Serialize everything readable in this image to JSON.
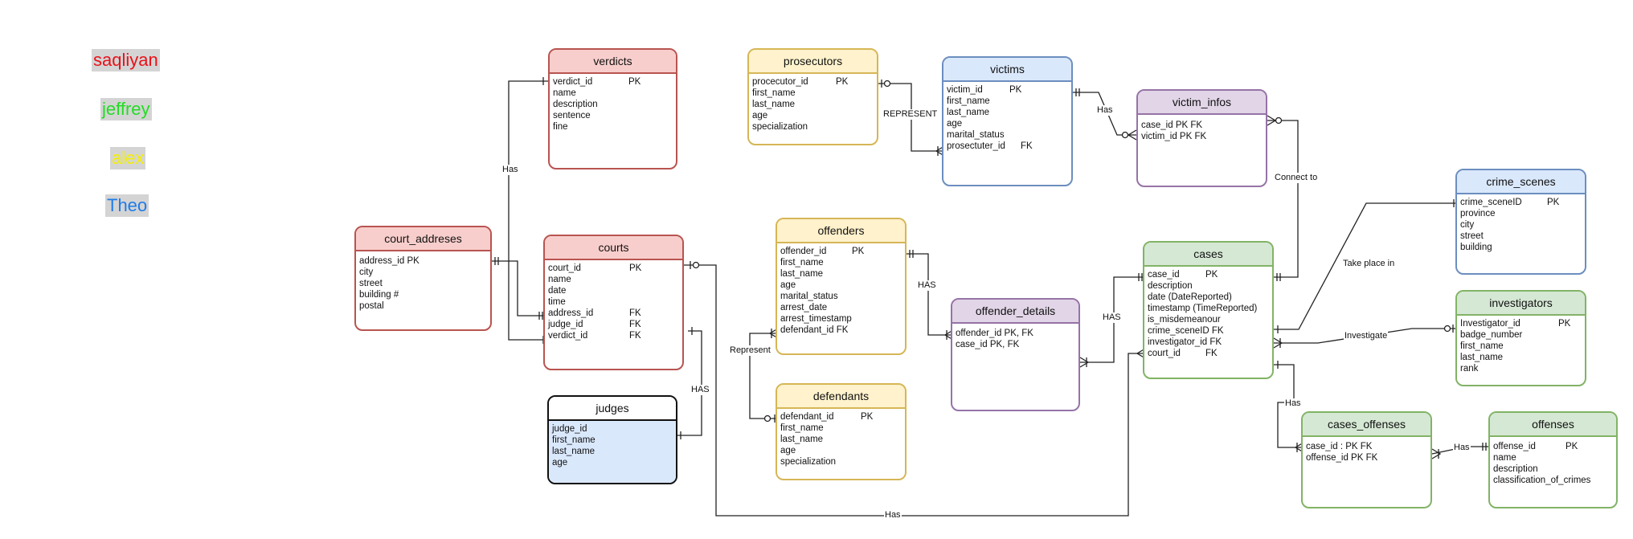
{
  "legend": [
    {
      "name": "saqliyan",
      "color": "#e8111a"
    },
    {
      "name": "jeffrey",
      "color": "#22dd22"
    },
    {
      "name": "alex",
      "color": "#f4f000"
    },
    {
      "name": "Theo",
      "color": "#1e7bea"
    }
  ],
  "entities": {
    "verdicts": {
      "title": "verdicts",
      "rows": [
        {
          "name": "verdict_id",
          "key": "PK"
        },
        {
          "name": "name",
          "key": ""
        },
        {
          "name": "description",
          "key": ""
        },
        {
          "name": "sentence",
          "key": ""
        },
        {
          "name": "fine",
          "key": ""
        }
      ]
    },
    "prosecutors": {
      "title": "prosecutors",
      "rows": [
        {
          "name": "procecutor_id",
          "key": "PK"
        },
        {
          "name": "first_name",
          "key": ""
        },
        {
          "name": "last_name",
          "key": ""
        },
        {
          "name": "age",
          "key": ""
        },
        {
          "name": "specialization",
          "key": ""
        }
      ]
    },
    "victims": {
      "title": "victims",
      "rows": [
        {
          "name": "victim_id",
          "key": "PK"
        },
        {
          "name": "first_name",
          "key": ""
        },
        {
          "name": "last_name",
          "key": ""
        },
        {
          "name": "age",
          "key": ""
        },
        {
          "name": "marital_status",
          "key": ""
        },
        {
          "name": "prosectuter_id",
          "key": "FK"
        }
      ]
    },
    "victim_infos": {
      "title": "victim_infos",
      "rows": [
        {
          "name": "case_id PK FK",
          "key": ""
        },
        {
          "name": "victim_id PK FK",
          "key": ""
        }
      ]
    },
    "court_addreses": {
      "title": "court_addreses",
      "rows": [
        {
          "name": "address_id PK",
          "key": ""
        },
        {
          "name": "city",
          "key": ""
        },
        {
          "name": "street",
          "key": ""
        },
        {
          "name": "building #",
          "key": ""
        },
        {
          "name": "postal",
          "key": ""
        }
      ]
    },
    "courts": {
      "title": "courts",
      "rows": [
        {
          "name": "court_id",
          "key": "PK"
        },
        {
          "name": "name",
          "key": ""
        },
        {
          "name": "date",
          "key": ""
        },
        {
          "name": "time",
          "key": ""
        },
        {
          "name": "address_id",
          "key": "FK"
        },
        {
          "name": "judge_id",
          "key": "FK"
        },
        {
          "name": "verdict_id",
          "key": "FK"
        }
      ]
    },
    "offenders": {
      "title": "offenders",
      "rows": [
        {
          "name": "offender_id",
          "key": "PK"
        },
        {
          "name": "first_name",
          "key": ""
        },
        {
          "name": "last_name",
          "key": ""
        },
        {
          "name": "age",
          "key": ""
        },
        {
          "name": "marital_status",
          "key": ""
        },
        {
          "name": "arrest_date",
          "key": ""
        },
        {
          "name": "arrest_timestamp",
          "key": ""
        },
        {
          "name": "defendant_id FK",
          "key": ""
        }
      ]
    },
    "offender_details": {
      "title": "offender_details",
      "rows": [
        {
          "name": "offender_id PK, FK",
          "key": ""
        },
        {
          "name": "case_id PK, FK",
          "key": ""
        }
      ]
    },
    "cases": {
      "title": "cases",
      "rows": [
        {
          "name": "case_id",
          "key": "PK"
        },
        {
          "name": "description",
          "key": ""
        },
        {
          "name": "date (DateReported)",
          "key": ""
        },
        {
          "name": "timestamp (TimeReported)",
          "key": ""
        },
        {
          "name": "is_misdemeanour",
          "key": ""
        },
        {
          "name": "crime_sceneID FK",
          "key": ""
        },
        {
          "name": "investigator_id FK",
          "key": ""
        },
        {
          "name": "court_id",
          "key": "FK"
        }
      ]
    },
    "crime_scenes": {
      "title": "crime_scenes",
      "rows": [
        {
          "name": "crime_sceneID",
          "key": "PK"
        },
        {
          "name": "province",
          "key": ""
        },
        {
          "name": "city",
          "key": ""
        },
        {
          "name": "street",
          "key": ""
        },
        {
          "name": "building",
          "key": ""
        }
      ]
    },
    "investigators": {
      "title": "investigators",
      "rows": [
        {
          "name": "Investigator_id",
          "key": "PK"
        },
        {
          "name": "badge_number",
          "key": ""
        },
        {
          "name": "first_name",
          "key": ""
        },
        {
          "name": "last_name",
          "key": ""
        },
        {
          "name": "rank",
          "key": ""
        }
      ]
    },
    "judges": {
      "title": "judges",
      "rows": [
        {
          "name": "judge_id",
          "key": ""
        },
        {
          "name": "first_name",
          "key": ""
        },
        {
          "name": "last_name",
          "key": ""
        },
        {
          "name": "age",
          "key": ""
        }
      ]
    },
    "defendants": {
      "title": "defendants",
      "rows": [
        {
          "name": "defendant_id",
          "key": "PK"
        },
        {
          "name": "first_name",
          "key": ""
        },
        {
          "name": "last_name",
          "key": ""
        },
        {
          "name": "age",
          "key": ""
        },
        {
          "name": "specialization",
          "key": ""
        }
      ]
    },
    "cases_offenses": {
      "title": "cases_offenses",
      "rows": [
        {
          "name": "case_id : PK FK",
          "key": ""
        },
        {
          "name": "offense_id PK FK",
          "key": ""
        }
      ]
    },
    "offenses": {
      "title": "offenses",
      "rows": [
        {
          "name": "offense_id",
          "key": "PK"
        },
        {
          "name": "name",
          "key": ""
        },
        {
          "name": "description",
          "key": ""
        },
        {
          "name": "classification_of_crimes",
          "key": ""
        }
      ]
    }
  },
  "relationship_labels": {
    "verdicts_courts": "Has",
    "prosecutors_victims": "REPRESENT",
    "victims_victim_infos": "Has",
    "victim_infos_cases": "Connect to",
    "judges_courts": "HAS",
    "offenders_details": "HAS",
    "details_cases": "HAS",
    "offenders_defendants": "Represent",
    "courts_cases": "Has",
    "cases_crime_scenes": "Take place in",
    "cases_investigators": "Investigate",
    "cases_cases_offenses": "Has",
    "cases_offenses_offenses": "Has"
  }
}
